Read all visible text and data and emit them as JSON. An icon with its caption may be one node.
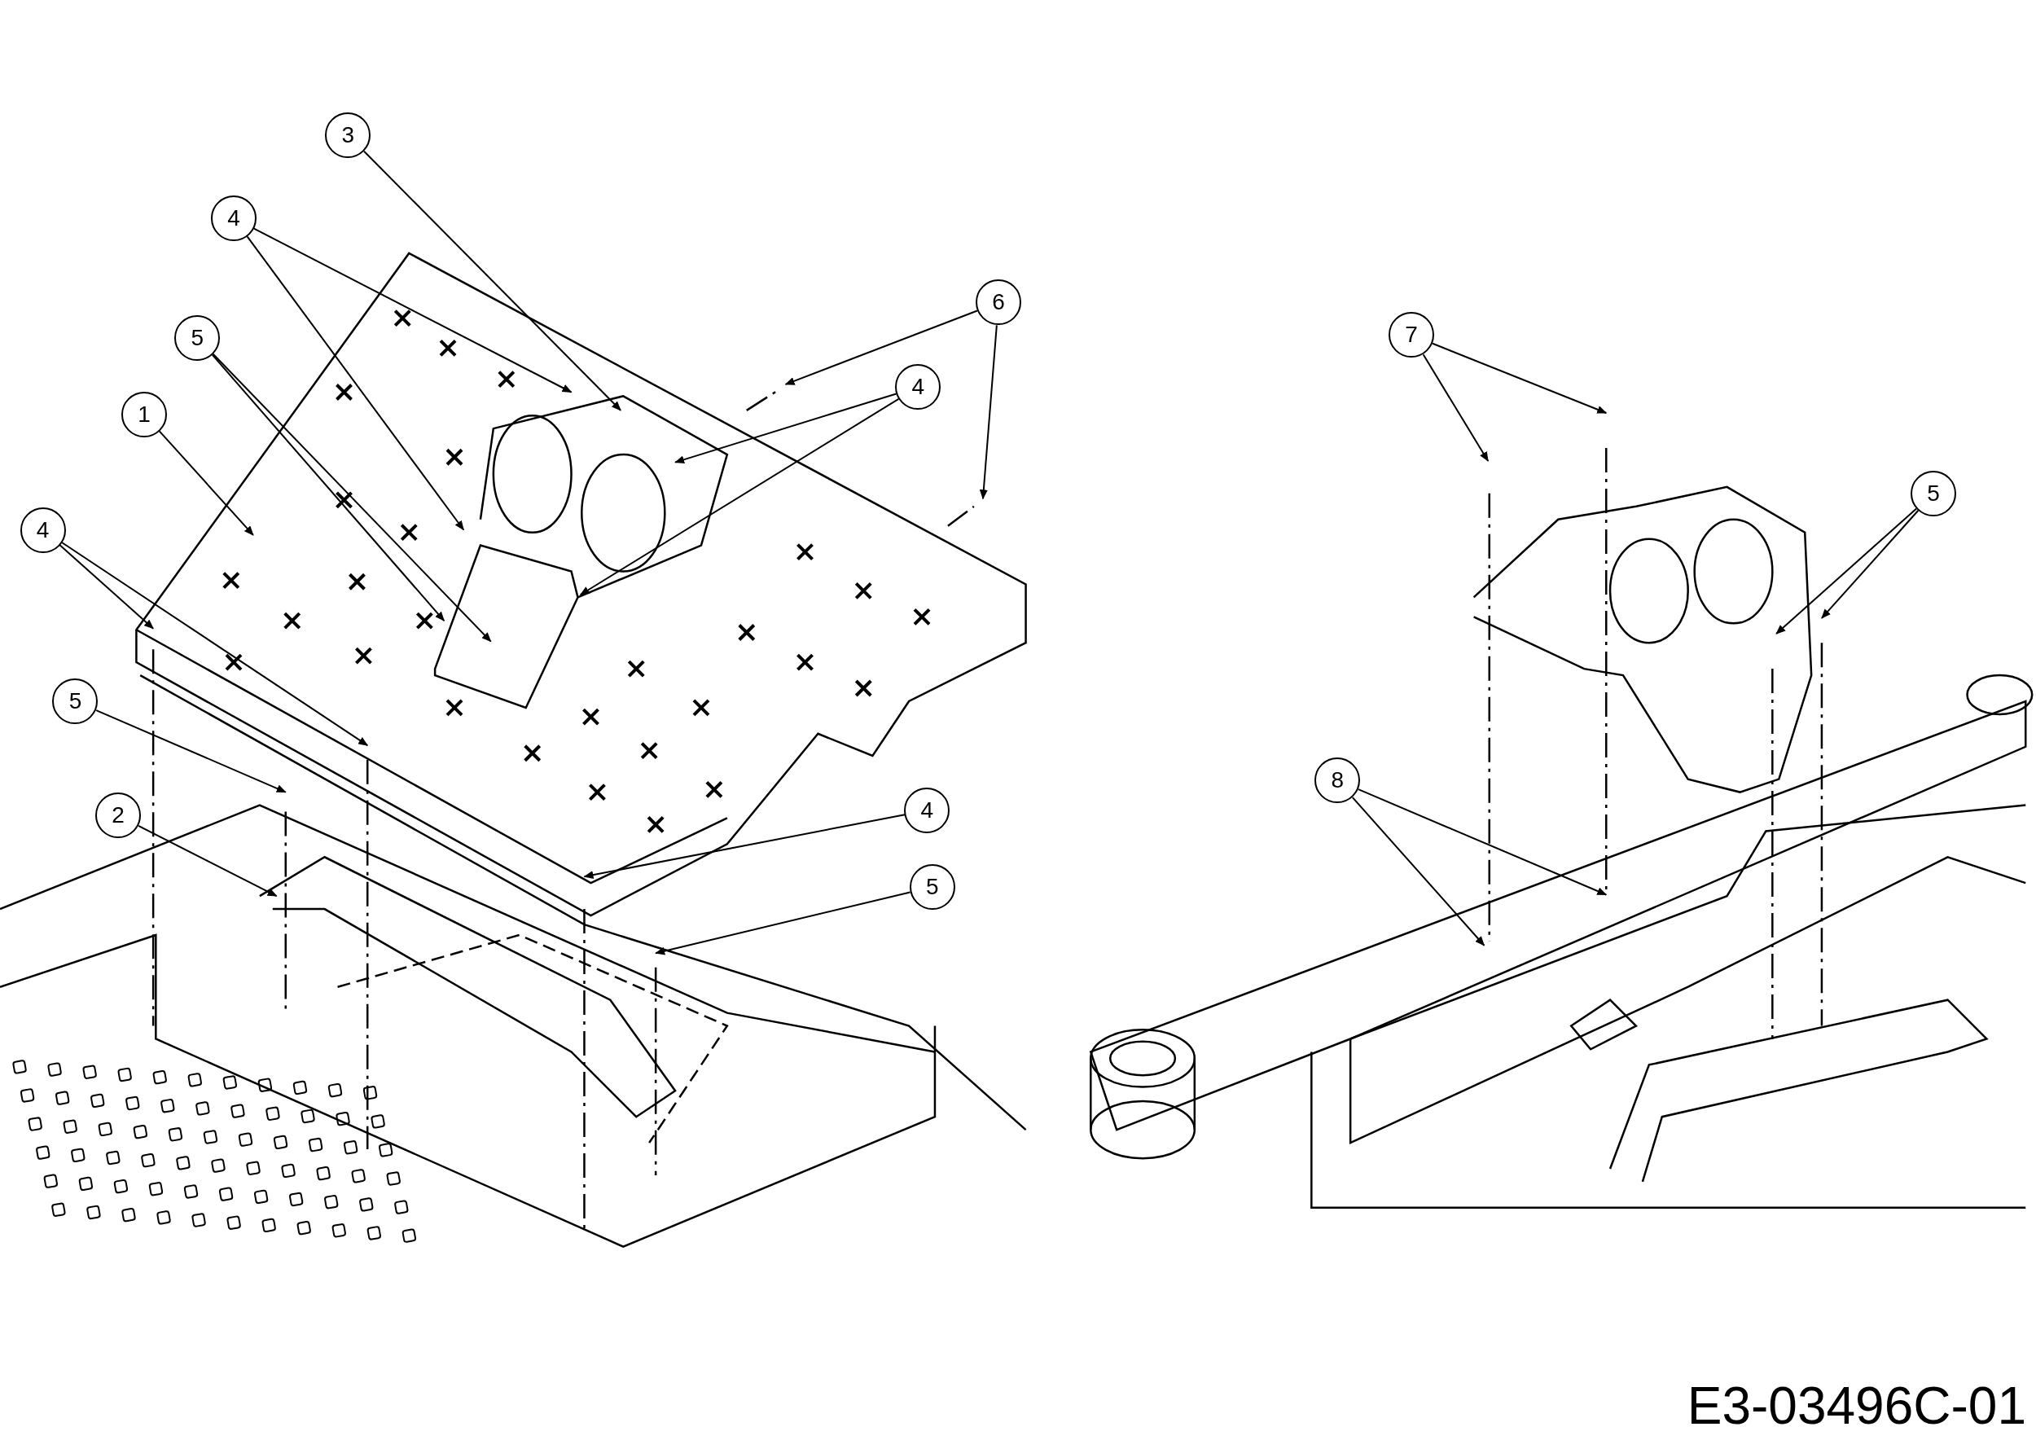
{
  "diagram": {
    "nodes": [
      {
        "text": [
          "3"
        ]
      },
      {
        "text": [
          "4"
        ]
      },
      {
        "text": [
          "5"
        ]
      },
      {
        "text": [
          "1"
        ]
      },
      {
        "text": [
          "4"
        ]
      },
      {
        "text": [
          "5"
        ]
      },
      {
        "text": [
          "2"
        ]
      },
      {
        "text": [
          "6"
        ]
      },
      {
        "text": [
          "4"
        ]
      },
      {
        "text": [
          "4"
        ]
      },
      {
        "text": [
          "5"
        ]
      },
      {
        "text": [
          "7"
        ]
      },
      {
        "text": [
          "5"
        ]
      },
      {
        "text": [
          "8"
        ]
      }
    ],
    "edges": [
      {
        "from": 0,
        "to": null,
        "arrow": "to"
      },
      {
        "from": 1,
        "to": null,
        "arrow": "to"
      },
      {
        "from": 1,
        "to": null,
        "arrow": "to"
      },
      {
        "from": 2,
        "to": null,
        "arrow": "to"
      },
      {
        "from": 2,
        "to": null,
        "arrow": "to"
      },
      {
        "from": 3,
        "to": null,
        "arrow": "to"
      },
      {
        "from": 4,
        "to": null,
        "arrow": "to"
      },
      {
        "from": 4,
        "to": null,
        "arrow": "to"
      },
      {
        "from": 5,
        "to": null,
        "arrow": "to"
      },
      {
        "from": 6,
        "to": null,
        "arrow": "to"
      },
      {
        "from": 7,
        "to": null,
        "arrow": "to"
      },
      {
        "from": 7,
        "to": null,
        "arrow": "to"
      },
      {
        "from": 8,
        "to": null,
        "arrow": "to"
      },
      {
        "from": 8,
        "to": null,
        "arrow": "to"
      },
      {
        "from": 9,
        "to": null,
        "arrow": "to"
      },
      {
        "from": 10,
        "to": null,
        "arrow": "to"
      },
      {
        "from": 11,
        "to": null,
        "arrow": "to"
      },
      {
        "from": 11,
        "to": null,
        "arrow": "to"
      },
      {
        "from": 12,
        "to": null,
        "arrow": "to"
      },
      {
        "from": 12,
        "to": null,
        "arrow": "to"
      },
      {
        "from": 13,
        "to": null,
        "arrow": "to"
      },
      {
        "from": 13,
        "to": null,
        "arrow": "to"
      }
    ],
    "labels": [
      "E3-03496C-01"
    ]
  }
}
